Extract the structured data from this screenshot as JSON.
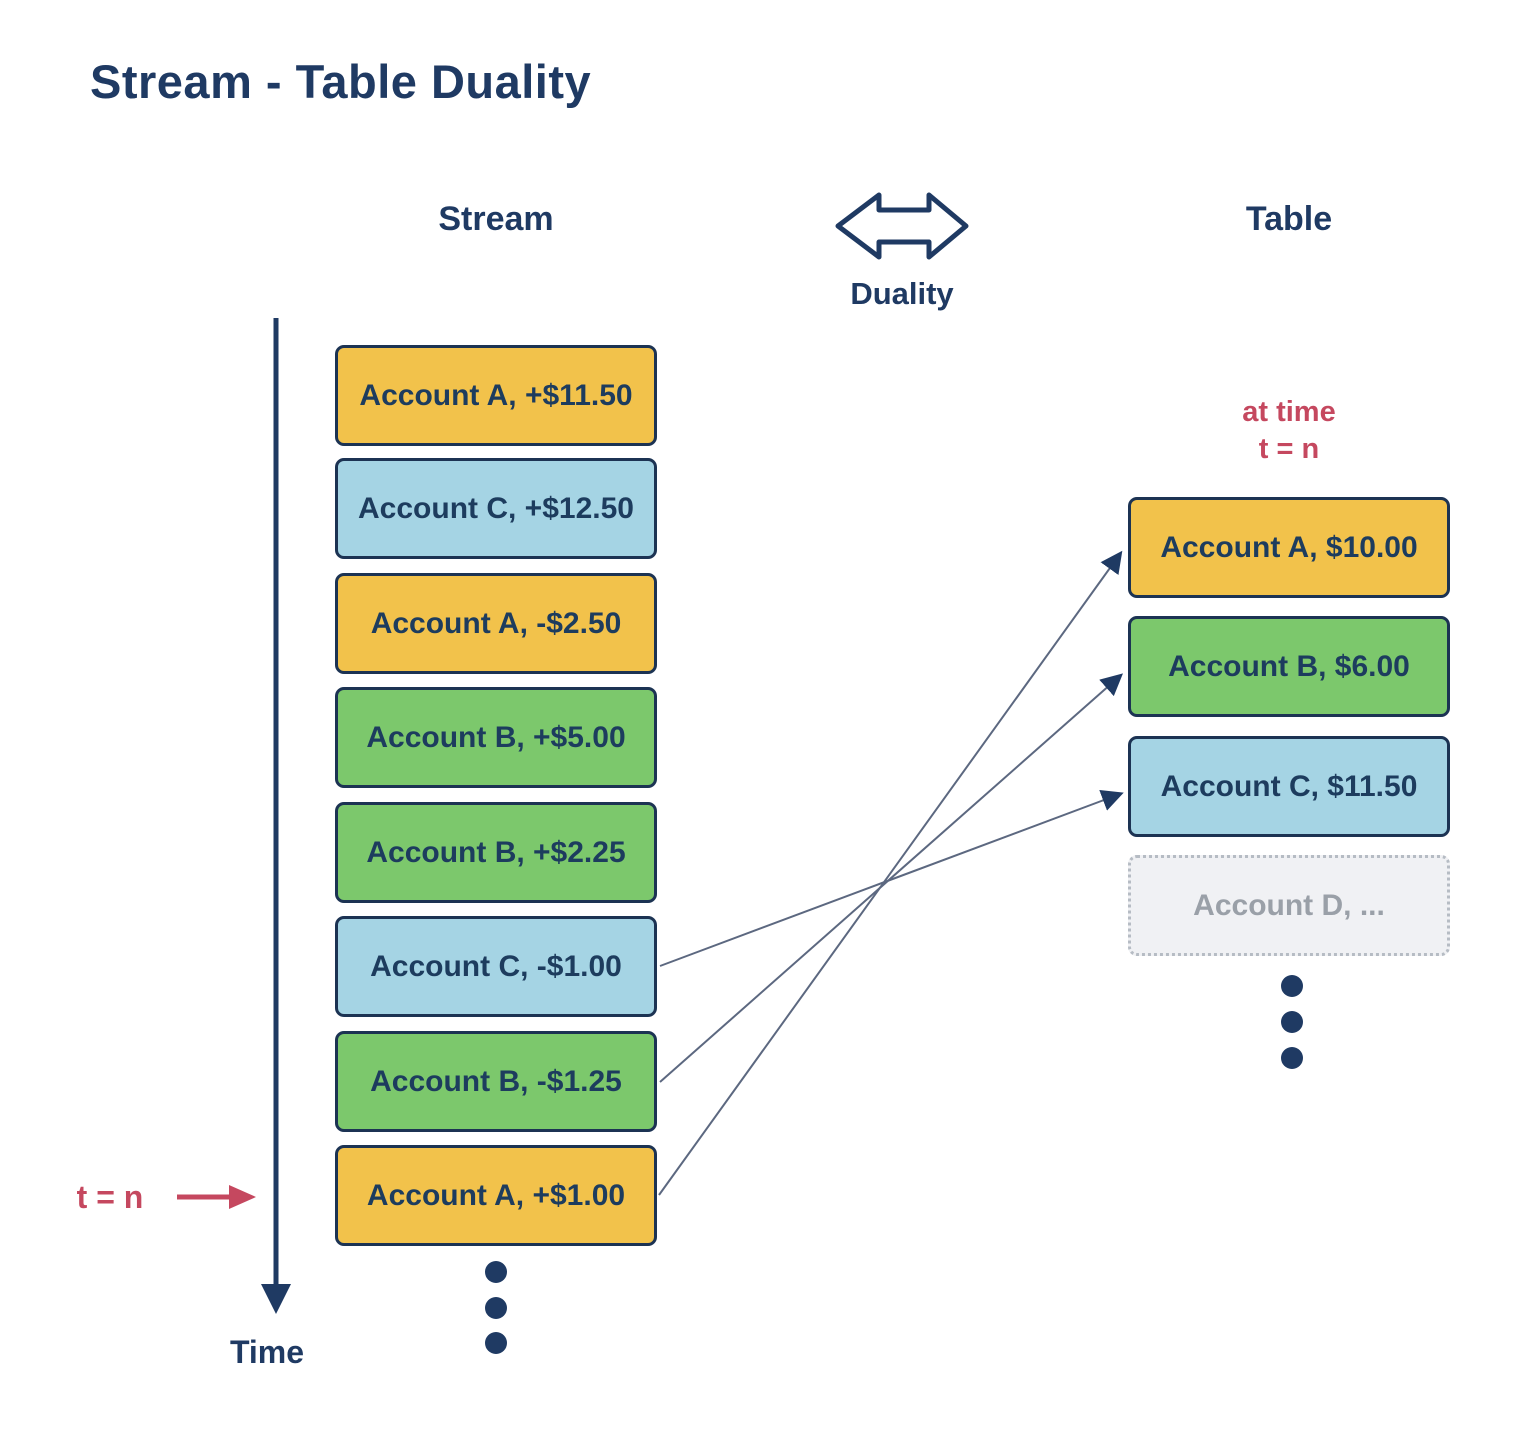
{
  "title": "Stream - Table Duality",
  "theme": {
    "navy": "#1F3A63",
    "border": "#1C3353",
    "boxtext": "#1D3C5E",
    "yellow": "#F2C24B",
    "green": "#7CC86C",
    "blue": "#A5D4E4",
    "crimson": "#C5485F",
    "line": "#5C6880",
    "muted_text": "#9AA0A8",
    "muted_fill": "#F0F1F4",
    "muted_border": "#B6BCC4"
  },
  "stream": {
    "header": "Stream",
    "items": [
      {
        "label": "Account A, +$11.50",
        "variant": "yellow"
      },
      {
        "label": "Account C, +$12.50",
        "variant": "blue"
      },
      {
        "label": "Account A, -$2.50",
        "variant": "yellow"
      },
      {
        "label": "Account B, +$5.00",
        "variant": "green"
      },
      {
        "label": "Account B, +$2.25",
        "variant": "green"
      },
      {
        "label": "Account C, -$1.00",
        "variant": "blue"
      },
      {
        "label": "Account B, -$1.25",
        "variant": "green"
      },
      {
        "label": "Account A, +$1.00",
        "variant": "yellow"
      }
    ],
    "time_axis_label": "Time",
    "time_marker": "t = n"
  },
  "duality": {
    "label": "Duality",
    "icon": "double-headed-arrow"
  },
  "table": {
    "header": "Table",
    "time_note_line1": "at time",
    "time_note_line2": "t = n",
    "items": [
      {
        "label": "Account A, $10.00",
        "variant": "yellow"
      },
      {
        "label": "Account B, $6.00",
        "variant": "green"
      },
      {
        "label": "Account C, $11.50",
        "variant": "blue"
      },
      {
        "label": "Account D, ...",
        "variant": "muted"
      }
    ]
  },
  "connections": [
    {
      "from": "Account C, -$1.00",
      "to": "Account C, $11.50"
    },
    {
      "from": "Account B, -$1.25",
      "to": "Account B, $6.00"
    },
    {
      "from": "Account A, +$1.00",
      "to": "Account A, $10.00"
    }
  ]
}
